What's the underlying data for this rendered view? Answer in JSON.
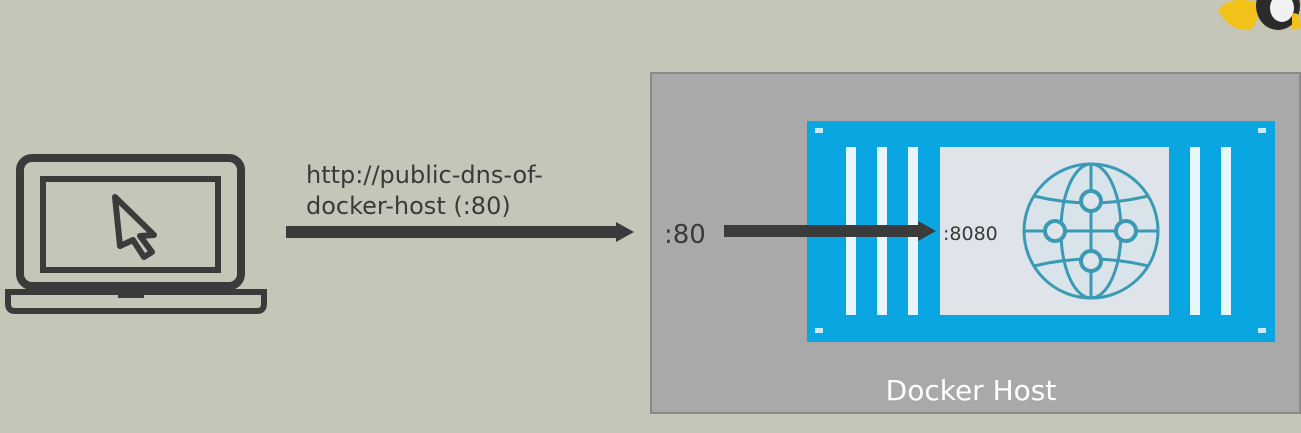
{
  "request": {
    "url_line1": "http://public-dns-of-",
    "url_line2": "docker-host (:80)"
  },
  "docker_host": {
    "label": "Docker Host",
    "host_port": ":80",
    "container_port": ":8080"
  },
  "colors": {
    "background": "#c5c6b8",
    "host_box": "#a9a9a9",
    "container_blue": "#0aa6e2",
    "arrow": "#3b3b3b",
    "globe": "#3a9ab4",
    "globe_fill": "#dfe3ea"
  },
  "icons": {
    "laptop": "laptop-icon",
    "cursor": "cursor-arrow-icon",
    "globe": "globe-network-icon",
    "mascot": "penguin-mascot-icon"
  }
}
